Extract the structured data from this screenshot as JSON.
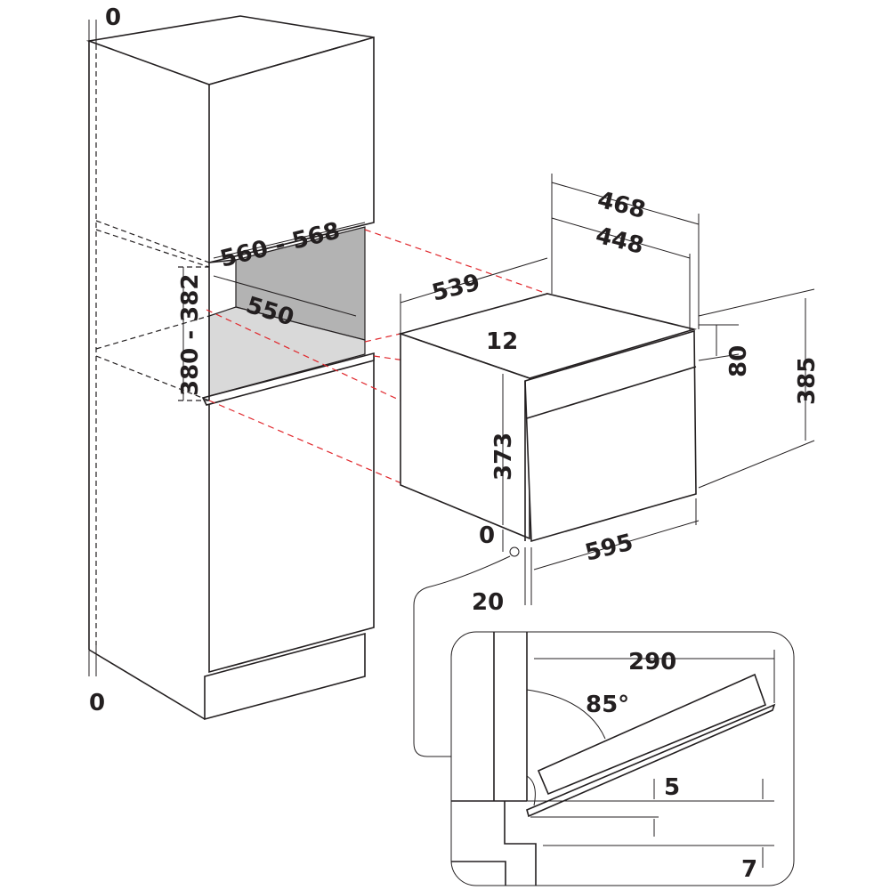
{
  "title": "Built-in compact oven installation dimensions",
  "colors": {
    "line": "#231f20",
    "guide": "#e0262b",
    "niche_back": "#b3b3b3",
    "niche_floor": "#d9d9d9"
  },
  "cabinet": {
    "gap_top": "0",
    "gap_bottom": "0",
    "niche_width": "560 - 568",
    "niche_depth": "550",
    "niche_height": "380 - 382"
  },
  "oven": {
    "depth_outer": "468",
    "depth_inner": "448",
    "width_body": "539",
    "panel_offset": "12",
    "body_height": "373",
    "panel_height": "80",
    "total_height": "385",
    "front_width": "595",
    "bottom_gap": "0",
    "front_thickness": "20"
  },
  "detail": {
    "door_length": "290",
    "door_angle": "85°",
    "gap_top": "5",
    "gap_bottom": "7"
  }
}
